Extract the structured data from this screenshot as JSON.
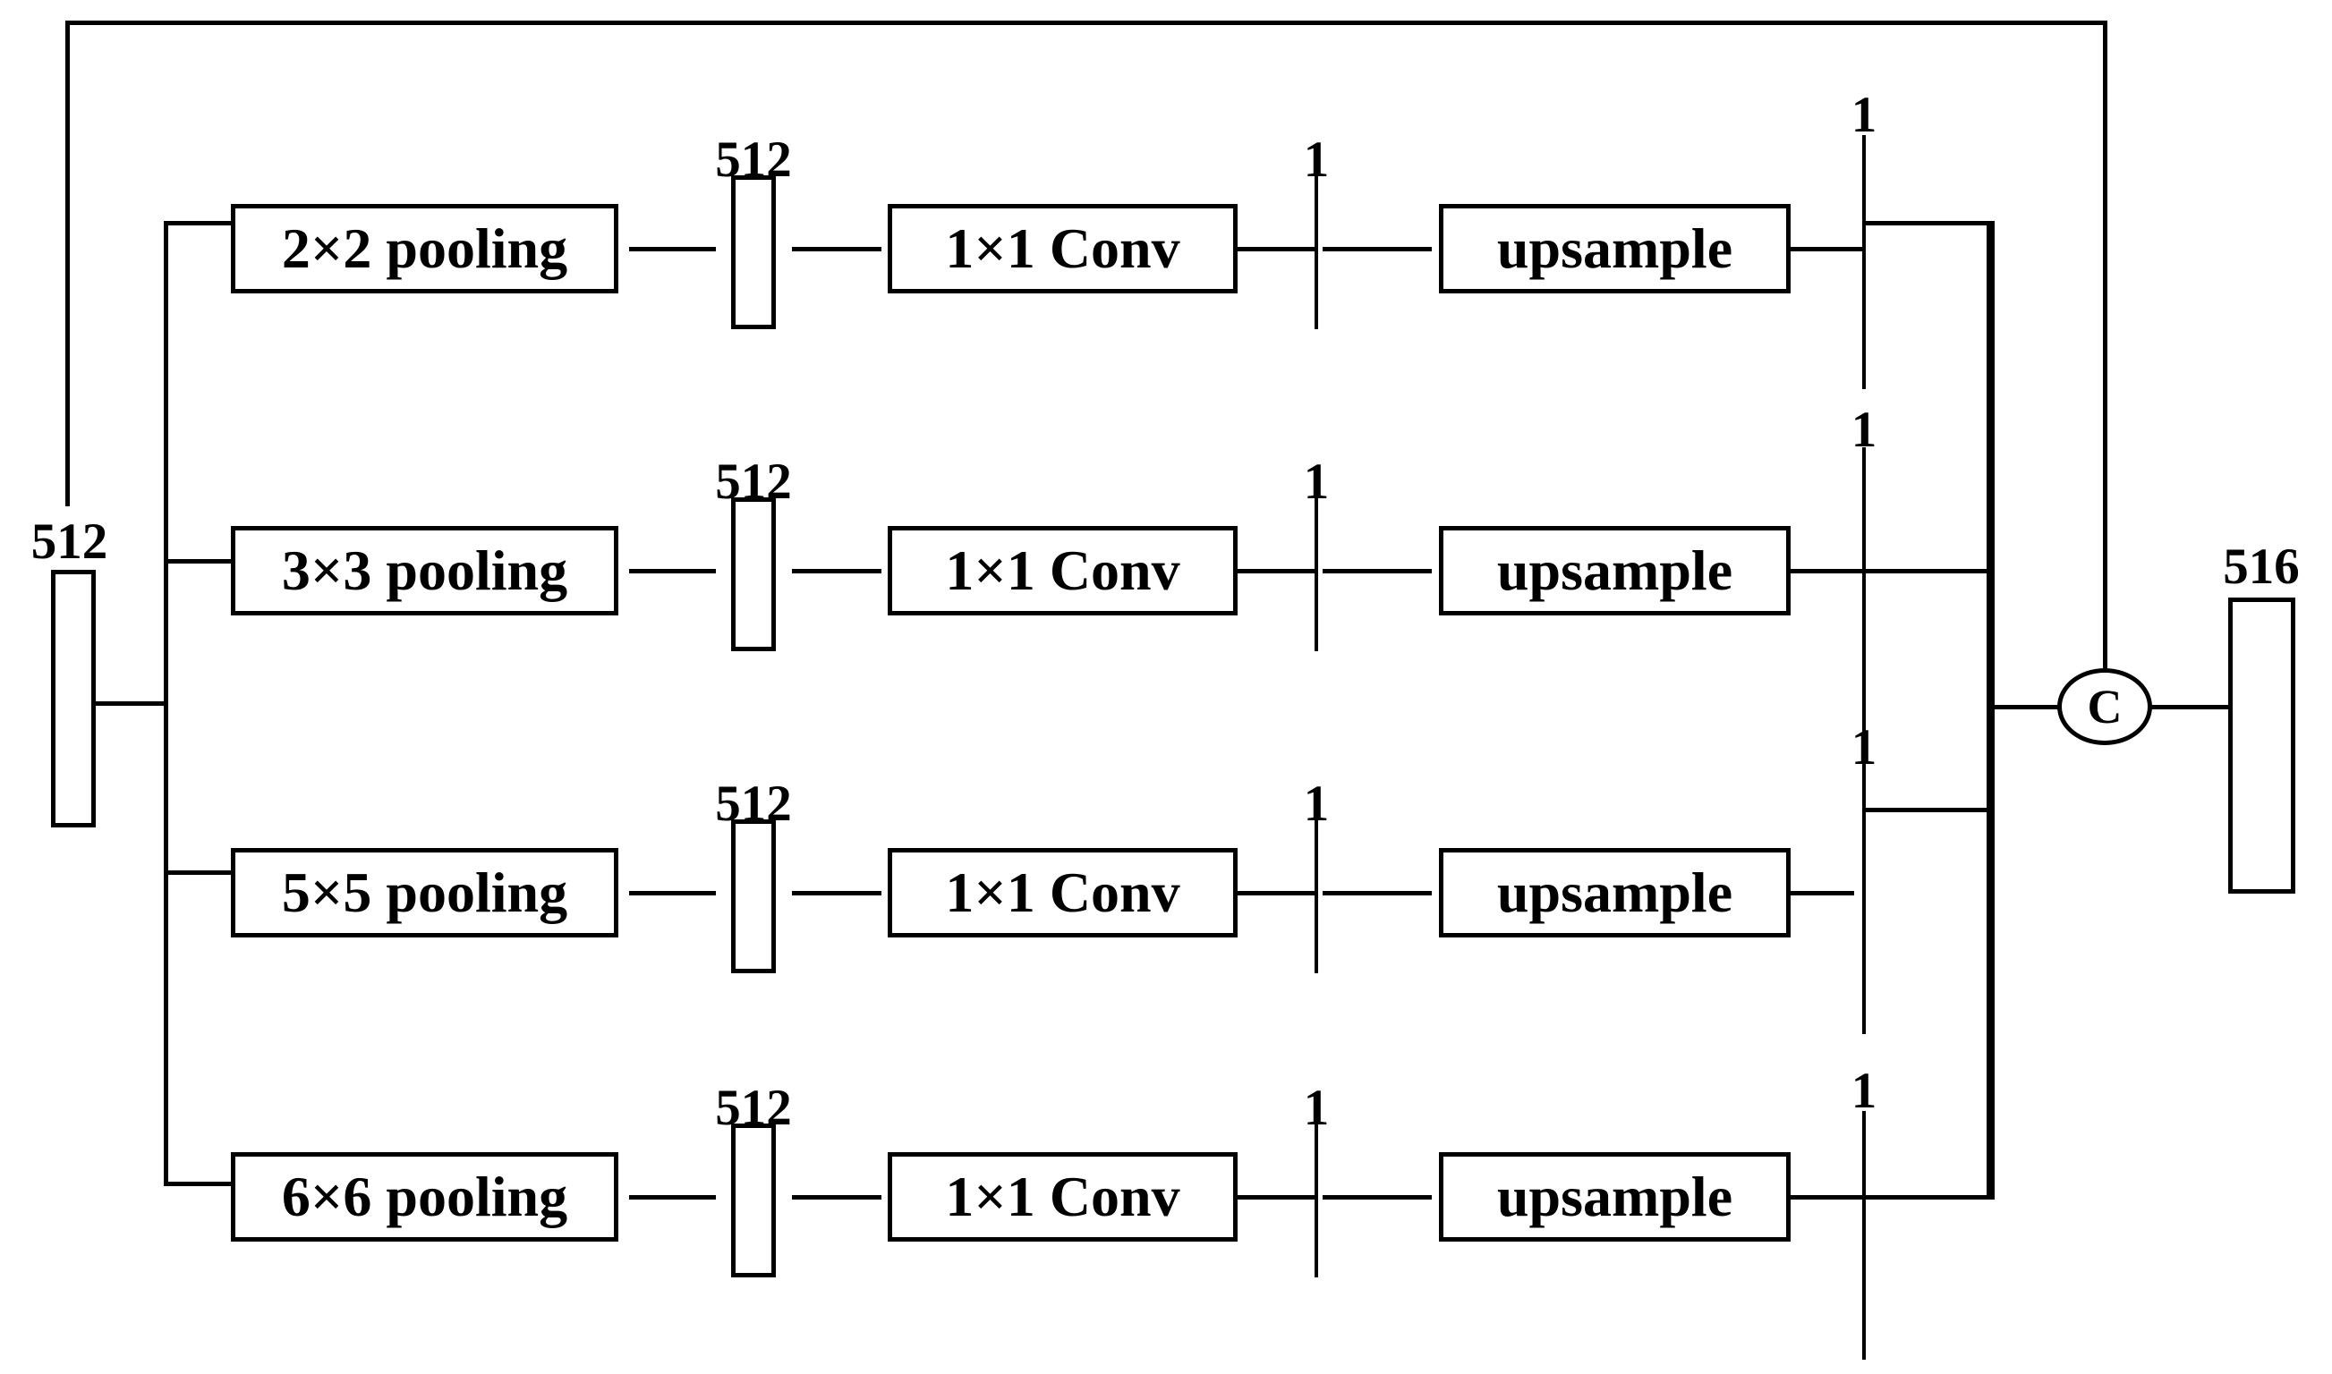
{
  "input_label": "512",
  "output_label": "516",
  "concat_label": "C",
  "rows": [
    {
      "pooling": "2×2 pooling",
      "bar_label": "512",
      "conv": "1×1 Conv",
      "tick_label": "1",
      "upsample": "upsample",
      "collector_label": "1"
    },
    {
      "pooling": "3×3 pooling",
      "bar_label": "512",
      "conv": "1×1 Conv",
      "tick_label": "1",
      "upsample": "upsample",
      "collector_label": "1"
    },
    {
      "pooling": "5×5 pooling",
      "bar_label": "512",
      "conv": "1×1 Conv",
      "tick_label": "1",
      "upsample": "upsample",
      "collector_label": "1"
    },
    {
      "pooling": "6×6 pooling",
      "bar_label": "512",
      "conv": "1×1 Conv",
      "tick_label": "1",
      "upsample": "upsample",
      "collector_label": "1"
    }
  ]
}
